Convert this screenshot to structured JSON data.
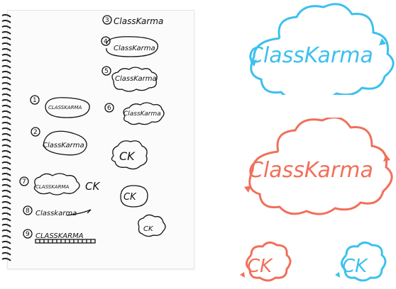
{
  "sketch_labels": {
    "s3": "ClassKarma",
    "s4": "ClassKarma",
    "s5": "ClassKarma",
    "s1": "CLASSKARMA",
    "s6": "ClassKarma",
    "s2": "ClassKarma",
    "ck1": "CK",
    "s7": "CLASSKARMA",
    "ck_side": "CK",
    "ck2": "CK",
    "s8": "Classkarma",
    "ck3": "CK",
    "s9": "CLASSKARMA"
  },
  "sketch_numbers": {
    "n1": "1",
    "n2": "2",
    "n3": "3",
    "n4": "4",
    "n5": "5",
    "n6": "6",
    "n7": "7",
    "n8": "8",
    "n9": "9"
  },
  "logos": {
    "blue_wordmark": "ClassKarma",
    "orange_wordmark": "ClassKarma",
    "orange_mark": "CK",
    "blue_mark": "CK"
  },
  "colors": {
    "blue": "#3cc0ef",
    "orange": "#f0705a",
    "ink": "#111111"
  }
}
